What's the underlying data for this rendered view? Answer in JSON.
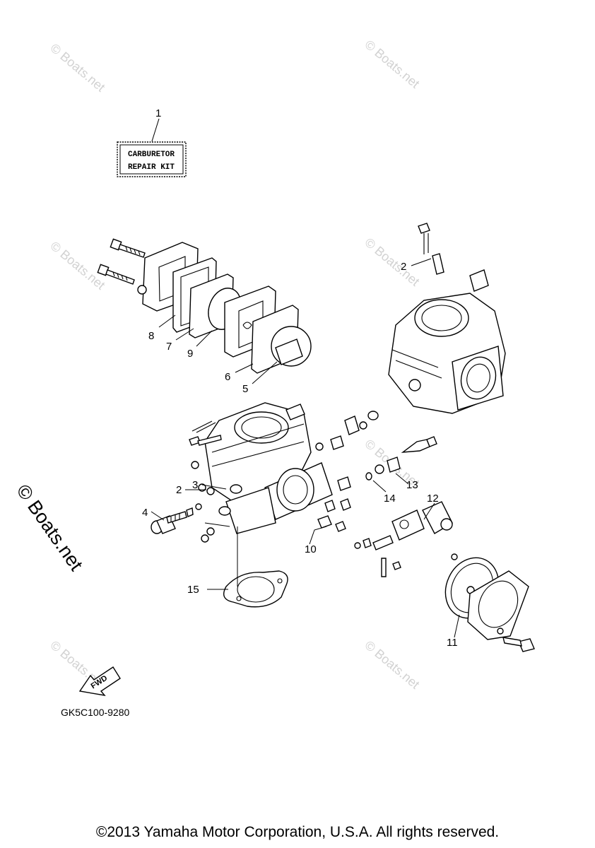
{
  "kit_label": {
    "line1": "CARBURETOR",
    "line2": "REPAIR KIT"
  },
  "fwd_label": "FWD",
  "diagram_code": "GK5C100-9280",
  "copyright": "©2013 Yamaha Motor Corporation, U.S.A. All rights reserved.",
  "watermark_text": "© Boats.net",
  "callouts": {
    "c1": "1",
    "c2a": "2",
    "c2b": "2",
    "c3": "3",
    "c4": "4",
    "c5": "5",
    "c6": "6",
    "c7": "7",
    "c8": "8",
    "c9": "9",
    "c10": "10",
    "c11": "11",
    "c12": "12",
    "c13": "13",
    "c14": "14",
    "c15": "15"
  }
}
